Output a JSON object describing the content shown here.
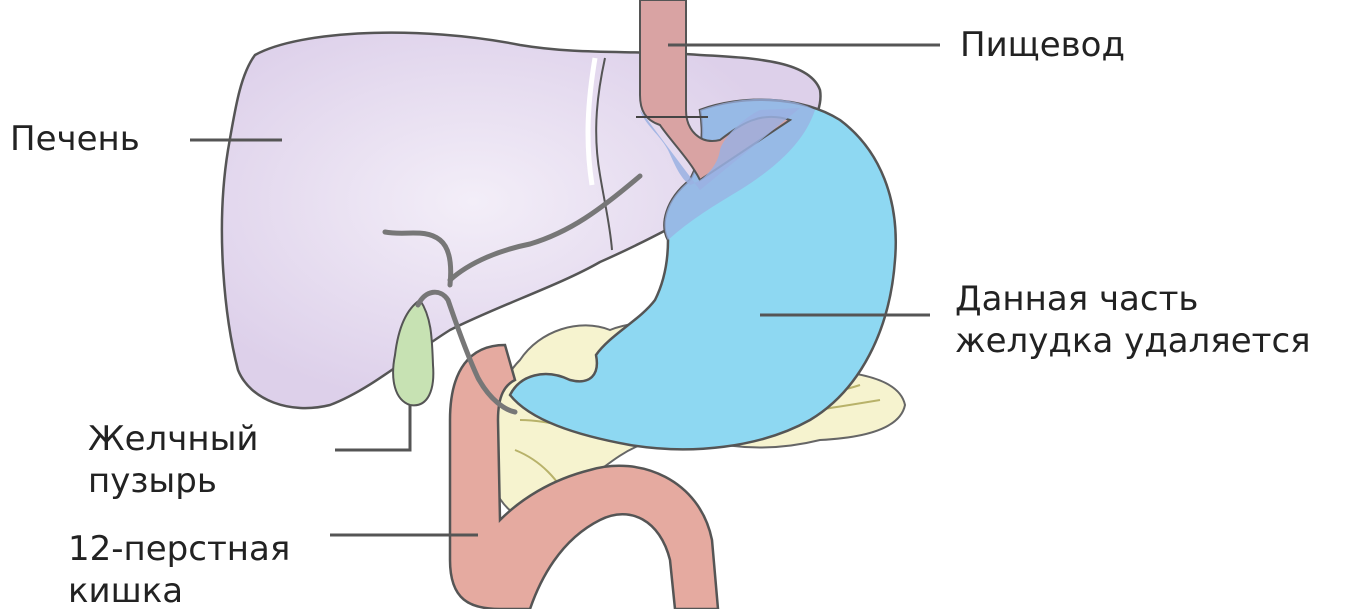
{
  "labels": {
    "esophagus": "Пищевод",
    "liver": "Печень",
    "stomach_line1": "Данная часть",
    "stomach_line2": "желудка удаляется",
    "gallbladder_line1": "Желчный",
    "gallbladder_line2": "пузырь",
    "duodenum_line1": "12-перстная",
    "duodenum_line2": "кишка"
  },
  "colors": {
    "liver": "#ddd0ea",
    "liver_highlight": "#f3eef8",
    "stomach": "#8ed8f2",
    "stomach_overlap": "#9ab0e2",
    "esophagus": "#d9a3a3",
    "duodenum": "#e5aaa0",
    "pancreas": "#f6f3cf",
    "gallbladder": "#c7e2b3",
    "outline": "#555555",
    "bile_duct": "#777777"
  }
}
